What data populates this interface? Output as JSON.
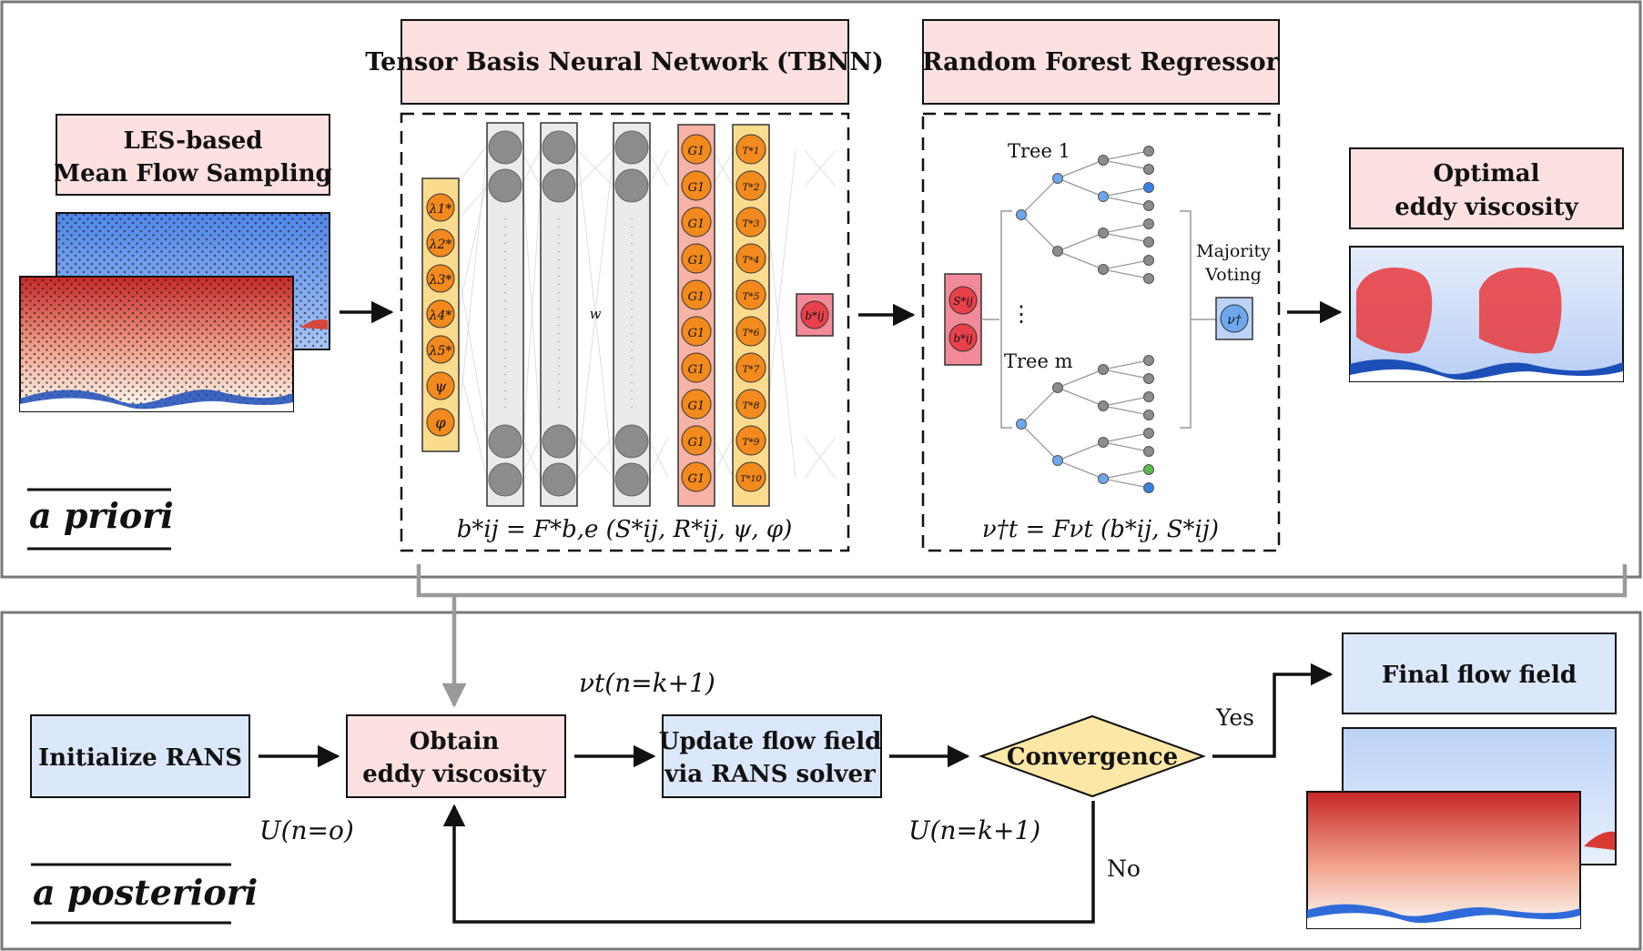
{
  "panels": {
    "top_title": "a priori",
    "bottom_title": "a posteriori"
  },
  "apriori": {
    "les_line1": "LES-based",
    "les_line2": "Mean Flow Sampling",
    "tbnn_title": "Tensor Basis Neural Network (TBNN)",
    "tbnn_weight": "w",
    "tbnn_inputs": [
      "λ1*",
      "λ2*",
      "λ3*",
      "λ4*",
      "λ5*",
      "ψ",
      "φ"
    ],
    "tbnn_g_nodes": [
      "G1",
      "G1",
      "G1",
      "G1",
      "G1",
      "G1",
      "G1",
      "G1",
      "G1",
      "G1"
    ],
    "tbnn_t_nodes": [
      "T*1",
      "T*2",
      "T*3",
      "T*4",
      "T*5",
      "T*6",
      "T*7",
      "T*8",
      "T*9",
      "T*10"
    ],
    "tbnn_output": "b*ij",
    "tbnn_eq": "b*ij = F*b,e (S*ij, R*ij, ψ, φ)",
    "rf_title": "Random Forest Regressor",
    "rf_inputs": [
      "S*ij",
      "b*ij"
    ],
    "rf_tree1": "Tree 1",
    "rf_treem": "Tree m",
    "rf_dots": "⋮",
    "rf_voting1": "Majority",
    "rf_voting2": "Voting",
    "rf_output": "ν†",
    "rf_eq": "ν†t = Fνt (b*ij, S*ij)",
    "opt_line1": "Optimal",
    "opt_line2": "eddy viscosity"
  },
  "aposteriori": {
    "init": "Initialize RANS",
    "obtain1": "Obtain",
    "obtain2": "eddy viscosity",
    "update1": "Update flow field",
    "update2": "via RANS solver",
    "convergence": "Convergence",
    "final": "Final flow field",
    "yes": "Yes",
    "no": "No",
    "u0": "U(n=o)",
    "uk": "U(n=k+1)",
    "nu_k": "νt(n=k+1)"
  },
  "colors": {
    "pink": "#fde0e0",
    "blue": "#dbe8fb",
    "diamond": "#fde7a6",
    "orange_node": "#f28a1e",
    "yellow_col": "#fbdc8f",
    "red_out": "#e9414b",
    "gray_node": "#8c8c8c",
    "node_blue": "#6ea7ee",
    "node_green": "#59b84b"
  }
}
